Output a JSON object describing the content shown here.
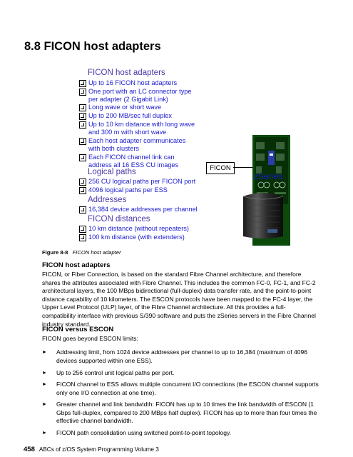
{
  "section_title": "8.8  FICON host adapters",
  "figure": {
    "groups": [
      {
        "heading": "FICON host adapters",
        "items": [
          "Up to 16 FICON host adapters",
          "One port with an LC connector type per adapter (2 Gigabit Link)",
          "Long wave or short wave",
          "Up to 200 MB/sec full duplex",
          "Up to 10 km distance with long wave and 300 m with short wave",
          "Each host adapter communicates with both clusters",
          "Each FICON channel link can address all 16 ESS CU images"
        ]
      },
      {
        "heading": "Logical paths",
        "items": [
          "256 CU logical paths per FICON port",
          "4096 logical paths per ESS"
        ]
      },
      {
        "heading": "Addresses",
        "items": [
          "16,384 device addresses per channel"
        ]
      },
      {
        "heading": "FICON distances",
        "items": [
          "10 km distance (without repeaters)",
          "100 km distance (with extenders)"
        ]
      }
    ],
    "ficon_label": "FICON",
    "zseries_label": "zSeries",
    "caption_num": "Figure 8-8",
    "caption_text": "FICON host adapter"
  },
  "sections": {
    "host_adapters": {
      "heading": "FICON host adapters",
      "body": "FICON, or Fiber Connection, is based on the standard Fibre Channel architecture, and therefore shares the attributes associated with Fibre Channel. This includes the common FC-0, FC-1, and FC-2 architectural layers, the 100 MBps bidirectional (full-duplex) data transfer rate, and the point-to-point distance capability of 10 kilometers. The ESCON protocols have been mapped to the FC-4 layer, the Upper Level Protocol (ULP) layer, of the Fibre Channel architecture. All this provides a full-compatibility interface with previous S/390 software and puts the zSeries servers in the Fibre Channel industry standard."
    },
    "versus": {
      "heading": "FICON versus ESCON",
      "intro": "FICON goes beyond ESCON limits:",
      "bullets": [
        "Addressing limit, from 1024 device addresses per channel to up to 16,384 (maximum of 4096 devices supported within one ESS).",
        "Up to 256 control unit logical paths per port.",
        "FICON channel to ESS allows multiple concurrent I/O connections (the ESCON channel supports only one I/O connection at one time).",
        "Greater channel and link bandwidth: FICON has up to 10 times the link bandwidth of ESCON (1 Gbps full-duplex, compared to 200 MBps half duplex). FICON has up to more than four times the effective channel bandwidth.",
        "FICON path consolidation using switched point-to-point topology."
      ]
    }
  },
  "footer": {
    "page_number": "458",
    "book_title": "ABCs of z/OS System Programming Volume 3"
  }
}
